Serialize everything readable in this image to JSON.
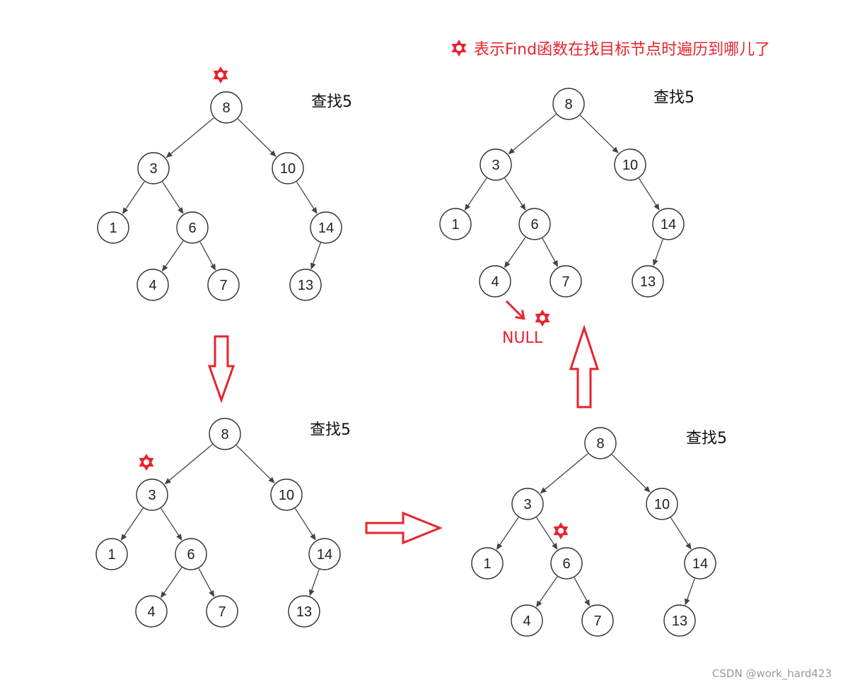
{
  "legend": {
    "icon": "red-star-icon",
    "text": "表示Find函数在找目标节点时遍历到哪儿了"
  },
  "search_label": "查找5",
  "null_label": "NULL",
  "watermark": "CSDN @work_hard423",
  "colors": {
    "highlight": "#e8232e",
    "node_stroke": "#333333",
    "edge": "#444444"
  },
  "tree": {
    "nodes": [
      "8",
      "3",
      "10",
      "1",
      "6",
      "14",
      "4",
      "7",
      "13"
    ],
    "edges": [
      [
        "8",
        "3"
      ],
      [
        "8",
        "10"
      ],
      [
        "3",
        "1"
      ],
      [
        "3",
        "6"
      ],
      [
        "10",
        "14"
      ],
      [
        "6",
        "4"
      ],
      [
        "6",
        "7"
      ],
      [
        "14",
        "13"
      ]
    ]
  },
  "steps": [
    {
      "id": "step1",
      "visited": "8"
    },
    {
      "id": "step2",
      "visited": "3"
    },
    {
      "id": "step3",
      "visited": "6"
    },
    {
      "id": "step4",
      "visited": "NULL"
    }
  ]
}
